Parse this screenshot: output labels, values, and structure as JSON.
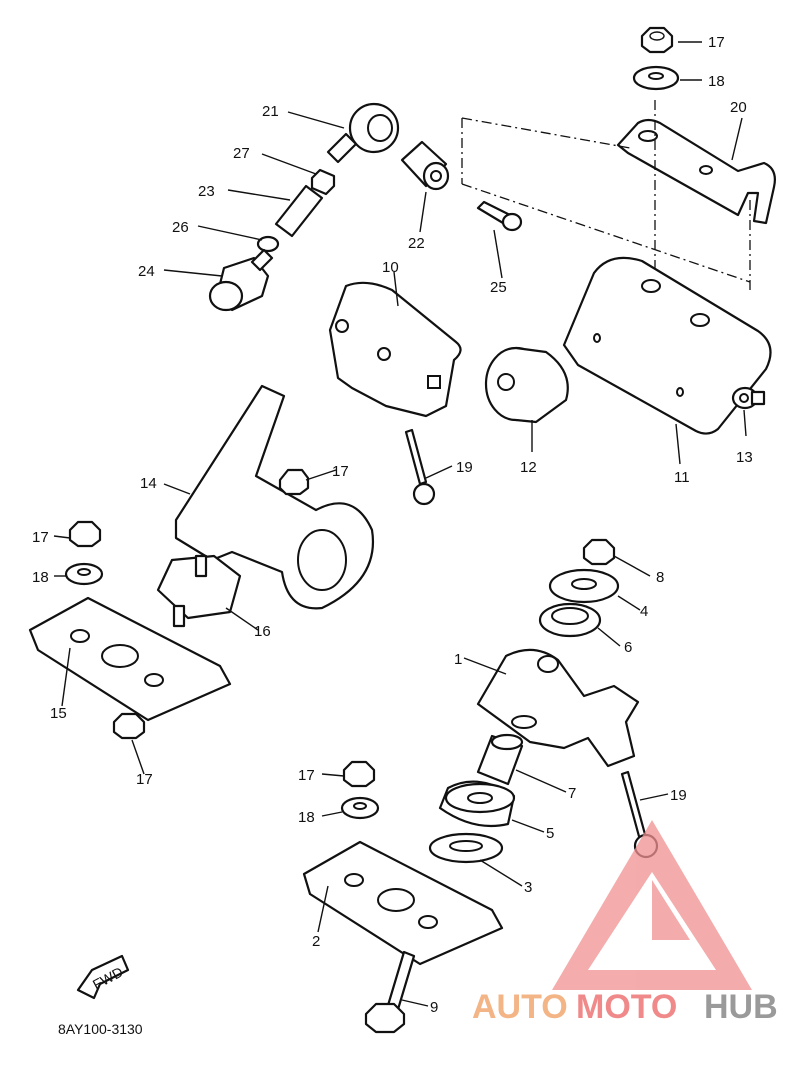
{
  "diagram": {
    "code": "8AY100-3130",
    "fwd_label": "FWD",
    "callouts": [
      "1",
      "2",
      "3",
      "4",
      "5",
      "6",
      "7",
      "8",
      "9",
      "10",
      "11",
      "12",
      "13",
      "14",
      "15",
      "16",
      "17",
      "18",
      "19",
      "20",
      "21",
      "22",
      "23",
      "24",
      "25",
      "26",
      "27"
    ]
  },
  "watermark": {
    "part1": "AUTO",
    "part2": "MOTO",
    "part3": "HUB",
    "colors": {
      "auto": "#f3b486",
      "moto": "#f08a8a",
      "hub": "#9a9a9a",
      "triangle": "#f09090"
    }
  }
}
